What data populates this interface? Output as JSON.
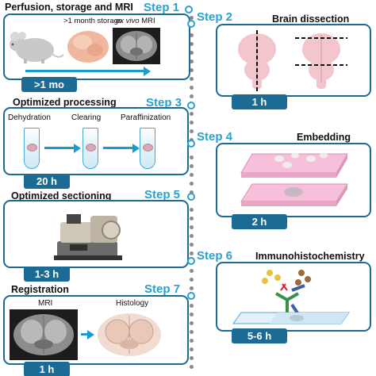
{
  "colors": {
    "panel_border": "#1b6b95",
    "step_label": "#2aa0d0",
    "arrow": "#1b9bd0",
    "tissue": "#e8a98f",
    "brain_dissection": "#f2c6cc",
    "embedding_block": "#f6c0da"
  },
  "step1": {
    "label": "Step 1",
    "title": "Perfusion, storage and MRI",
    "storage_label": ">1 month storage",
    "mri_label_italic": "ex vivo",
    "mri_label": "MRI",
    "duration": ">1 mo",
    "icons": [
      "mouse-icon",
      "brain-tissue-image",
      "mri-scan-image",
      "timeline-arrow"
    ]
  },
  "step2": {
    "label": "Step 2",
    "title": "Brain dissection",
    "duration": "1 h",
    "icons": [
      "brain-sagittal-cut-icon",
      "brain-coronal-cut-icon"
    ]
  },
  "step3": {
    "label": "Step 3",
    "title": "Optimized processing",
    "stages": [
      "Dehydration",
      "Clearing",
      "Paraffinization"
    ],
    "duration": "20 h",
    "icons": [
      "test-tube-icon",
      "arrow-right-icon"
    ]
  },
  "step4": {
    "label": "Step 4",
    "title": "Embedding",
    "duration": "2 h",
    "icons": [
      "embedding-cassette-icon",
      "paraffin-block-icon"
    ]
  },
  "step5": {
    "label": "Step 5",
    "title": "Optimized sectioning",
    "duration": "1-3 h",
    "icons": [
      "microtome-icon"
    ]
  },
  "step6": {
    "label": "Step 6",
    "title": "Immunohistochemistry",
    "duration": "5-6 h",
    "icons": [
      "antibody-icon",
      "glass-slide-icon"
    ]
  },
  "step7": {
    "label": "Step 7",
    "title": "Registration",
    "left_label": "MRI",
    "right_label": "Histology",
    "duration": "1 h",
    "icons": [
      "mri-slice-image",
      "histology-slice-image",
      "arrow-right-icon"
    ]
  }
}
